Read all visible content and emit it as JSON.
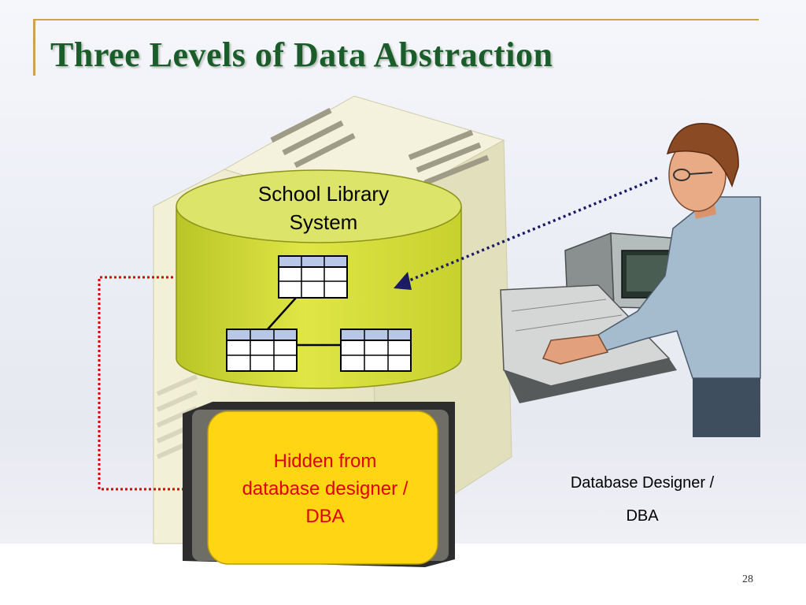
{
  "slide": {
    "title": "Three Levels of Data Abstraction",
    "page_number": "28"
  },
  "diagram": {
    "database_label_line1": "School Library",
    "database_label_line2": "System",
    "physical_label_line1": "Hidden from",
    "physical_label_line2": "database designer /",
    "physical_label_line3": "DBA",
    "user_label_line1": "Database Designer /",
    "user_label_line2": "DBA"
  },
  "colors": {
    "title": "#1a5d2a",
    "cylinder": "#d5de3a",
    "hidden_box": "#ffd514",
    "hidden_text": "#e00000",
    "connector_red": "#e00000",
    "connector_navy": "#1a1a66"
  },
  "icons": [
    "server-tower-icon",
    "database-cylinder-icon",
    "table-icon",
    "hard-disk-icon",
    "person-at-computer-icon"
  ]
}
